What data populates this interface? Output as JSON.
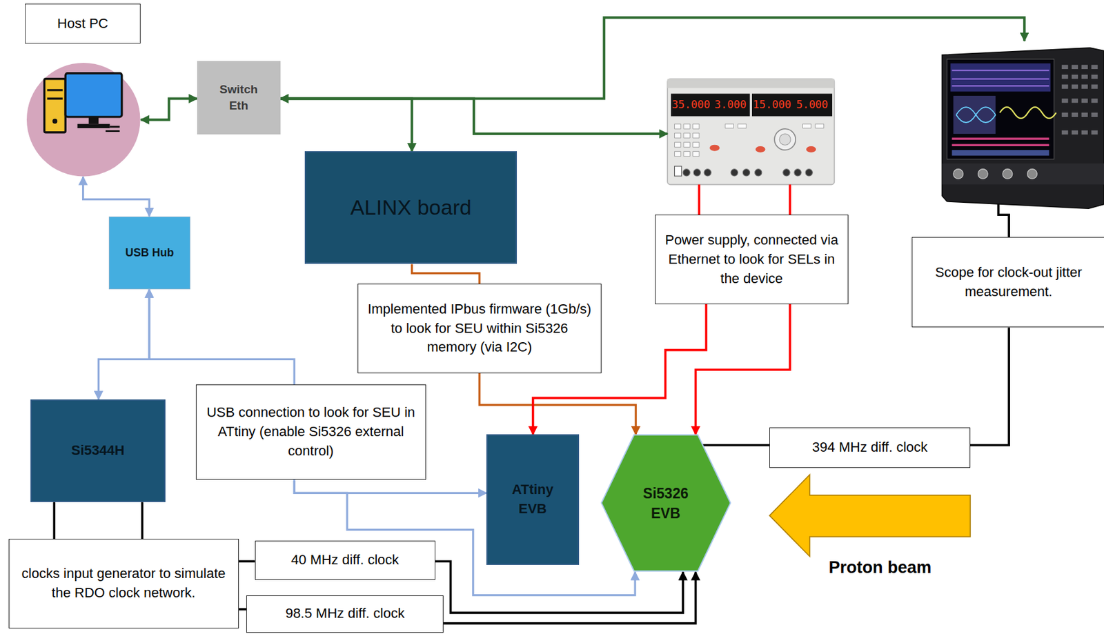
{
  "diagram": {
    "nodes": [
      {
        "text": [
          "Host PC"
        ]
      },
      {
        "text": [
          "Switch Eth"
        ]
      },
      {
        "text": [
          "35.000",
          "3.000",
          "15.000",
          "5.000"
        ]
      },
      {
        "text": [
          "ALINX board"
        ]
      },
      {
        "text": [
          "USB Hub"
        ]
      },
      {
        "text": [
          "Power supply, connected via Ethernet to look for SELs in the device"
        ]
      },
      {
        "text": [
          "Scope for clock-out jitter measurement."
        ]
      },
      {
        "text": [
          "Implemented IPbus firmware (1Gb/s) to look for SEU within Si5326 memory (via I2C)"
        ]
      },
      {
        "text": [
          "USB connection to look for SEU in ATtiny (enable Si5326 external control)"
        ]
      },
      {
        "text": [
          "Si5344H"
        ]
      },
      {
        "text": [
          "ATtiny EVB"
        ]
      },
      {
        "text": [
          "Si5326 EVB"
        ]
      },
      {
        "text": [
          "394 MHz diff. clock"
        ]
      },
      {
        "text": [
          "clocks input generator to simulate the RDO clock network."
        ]
      },
      {
        "text": [
          "40 MHz diff. clock"
        ]
      },
      {
        "text": [
          "98.5 MHz diff. clock"
        ]
      }
    ],
    "edges": [
      {
        "from": 1,
        "to": 0,
        "arrow": "both"
      },
      {
        "from": 1,
        "to": 3,
        "arrow": "both"
      },
      {
        "from": 1,
        "to": 2,
        "arrow": "both"
      },
      {
        "from": 4,
        "to": 0,
        "arrow": "both"
      },
      {
        "from": 8,
        "to": 4,
        "arrow": "to"
      },
      {
        "from": 4,
        "to": 9,
        "arrow": "both"
      },
      {
        "from": 8,
        "to": 10,
        "arrow": "to"
      },
      {
        "from": 8,
        "to": 11,
        "arrow": "to"
      },
      {
        "from": 3,
        "to": 7,
        "arrow": "none"
      },
      {
        "from": 7,
        "to": 11,
        "arrow": "to"
      },
      {
        "from": 2,
        "to": 5,
        "arrow": "none"
      },
      {
        "from": 2,
        "to": 5,
        "arrow": "none"
      },
      {
        "from": 5,
        "to": 10,
        "arrow": "to"
      },
      {
        "from": 5,
        "to": 11,
        "arrow": "to"
      },
      {
        "from": 11,
        "to": 12,
        "arrow": "none"
      },
      {
        "from": 12,
        "to": 6,
        "arrow": "none"
      },
      {
        "from": 9,
        "to": 13,
        "arrow": "none"
      },
      {
        "from": 9,
        "to": 13,
        "arrow": "none"
      },
      {
        "from": 13,
        "to": 14,
        "arrow": "none"
      },
      {
        "from": 13,
        "to": 15,
        "arrow": "none"
      },
      {
        "from": 14,
        "to": 11,
        "arrow": "to"
      },
      {
        "from": 15,
        "to": 11,
        "arrow": "to"
      }
    ],
    "labels": [
      "Proton beam"
    ]
  }
}
